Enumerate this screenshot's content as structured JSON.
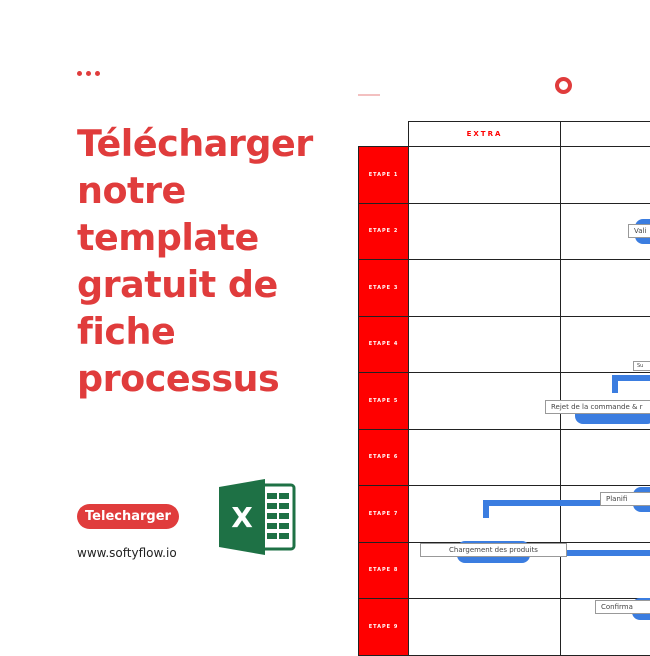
{
  "promo": {
    "title": "Télécharger notre template gratuit de fiche processus",
    "button_label": "Telecharger",
    "website": "www.softyflow.io",
    "accent_color": "#e03c3c",
    "excel_icon": "excel-icon"
  },
  "template_preview": {
    "column_header": "EXTRA",
    "steps": [
      "ETAPE 1",
      "ETAPE 2",
      "ETAPE 3",
      "ETAPE 4",
      "ETAPE 5",
      "ETAPE 6",
      "ETAPE 7",
      "ETAPE 8",
      "ETAPE 9"
    ],
    "boxes": [
      "Vali",
      "Su",
      "Rejet de la commande & r",
      "Planifi",
      "Chargement des produits",
      "Confirma"
    ],
    "step_color": "#ff0000",
    "flow_color": "#3b7de0"
  }
}
